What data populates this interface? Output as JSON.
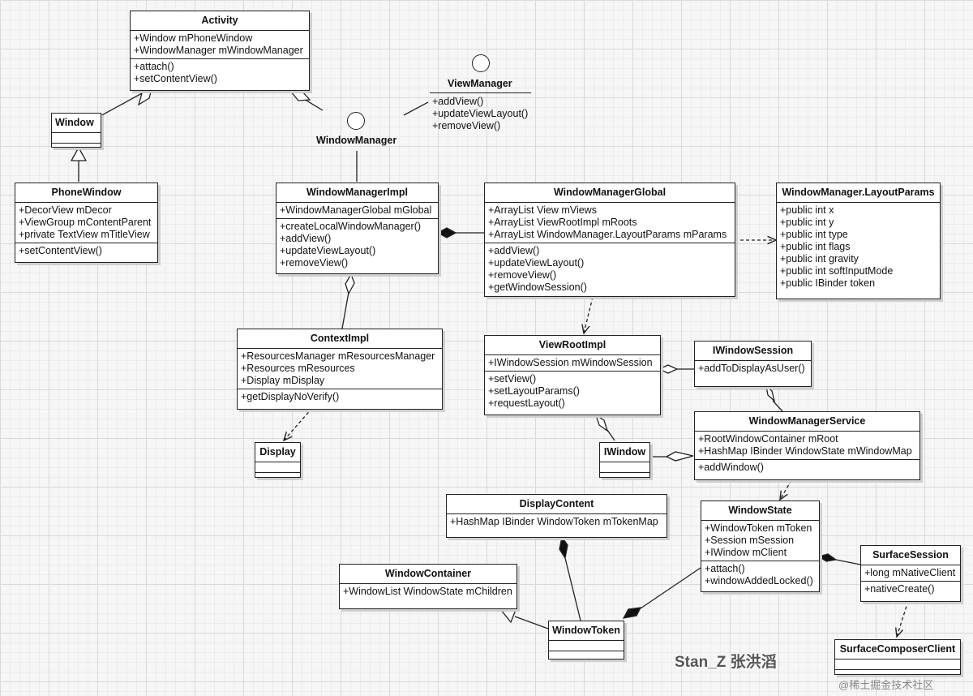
{
  "classes": {
    "activity": {
      "name": "Activity",
      "attributes": [
        "+Window mPhoneWindow",
        "+WindowManager mWindowManager"
      ],
      "methods": [
        "+attach()",
        "+setContentView()"
      ]
    },
    "window": {
      "name": "Window"
    },
    "phonewindow": {
      "name": "PhoneWindow",
      "attributes": [
        "+DecorView mDecor",
        "+ViewGroup mContentParent",
        "+private TextView mTitleView"
      ],
      "methods": [
        "+setContentView()"
      ]
    },
    "wmimpl": {
      "name": "WindowManagerImpl",
      "attributes": [
        "+WindowManagerGlobal mGlobal"
      ],
      "methods": [
        "+createLocalWindowManager()",
        "+addView()",
        "+updateViewLayout()",
        "+removeView()"
      ]
    },
    "wmglobal": {
      "name": "WindowManagerGlobal",
      "attributes": [
        "+ArrayList View mViews",
        "+ArrayList ViewRootImpl mRoots",
        "+ArrayList WindowManager.LayoutParams mParams"
      ],
      "methods": [
        "+addView()",
        "+updateViewLayout()",
        "+removeView()",
        "+getWindowSession()"
      ]
    },
    "layoutparams": {
      "name": "WindowManager.LayoutParams",
      "attributes": [
        "+public int x",
        "+public int y",
        "+public int type",
        "+public int flags",
        "+public int gravity",
        "+public int softInputMode",
        "+public IBinder token"
      ]
    },
    "contextimpl": {
      "name": "ContextImpl",
      "attributes": [
        "+ResourcesManager mResourcesManager",
        "+Resources mResources",
        "+Display mDisplay"
      ],
      "methods": [
        "+getDisplayNoVerify()"
      ]
    },
    "display": {
      "name": "Display"
    },
    "viewrootimpl": {
      "name": "ViewRootImpl",
      "attributes": [
        "+IWindowSession mWindowSession"
      ],
      "methods": [
        "+setView()",
        "+setLayoutParams()",
        "+requestLayout()"
      ]
    },
    "iwindowsession": {
      "name": "IWindowSession",
      "methods": [
        "+addToDisplayAsUser()"
      ]
    },
    "iwindow": {
      "name": "IWindow"
    },
    "wms": {
      "name": "WindowManagerService",
      "attributes": [
        "+RootWindowContainer mRoot",
        "+HashMap IBinder WindowState mWindowMap"
      ],
      "methods": [
        "+addWindow()"
      ]
    },
    "displaycontent": {
      "name": "DisplayContent",
      "attributes": [
        "+HashMap IBinder WindowToken mTokenMap"
      ]
    },
    "windowstate": {
      "name": "WindowState",
      "attributes": [
        "+WindowToken mToken",
        "+Session mSession",
        "+IWindow mClient"
      ],
      "methods": [
        "+attach()",
        "+windowAddedLocked()"
      ]
    },
    "surfacesession": {
      "name": "SurfaceSession",
      "attributes": [
        "+long mNativeClient"
      ],
      "methods": [
        "+nativeCreate()"
      ]
    },
    "windowcontainer": {
      "name": "WindowContainer",
      "attributes": [
        "+WindowList WindowState mChildren"
      ]
    },
    "windowtoken": {
      "name": "WindowToken"
    },
    "surfacecomposer": {
      "name": "SurfaceComposerClient"
    }
  },
  "interfaces": {
    "windowmanager": {
      "name": "WindowManager"
    },
    "viewmanager": {
      "name": "ViewManager",
      "operations": [
        "+addView()",
        "+updateViewLayout()",
        "+removeView()"
      ]
    }
  },
  "watermark": {
    "author": "Stan_Z 张洪滔",
    "site": "@稀土掘金技术社区"
  },
  "colors": {
    "line": "#222222",
    "box_fill": "#ffffff",
    "grid": "#d9d9d9"
  }
}
